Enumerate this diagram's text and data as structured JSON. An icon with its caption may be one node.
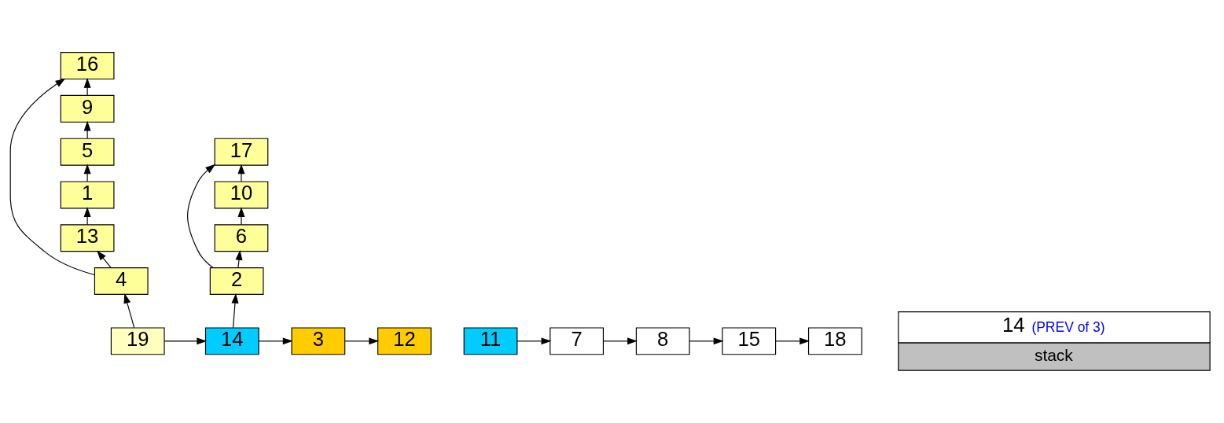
{
  "diagram": {
    "nodes": [
      {
        "text": [
          "16"
        ]
      },
      {
        "text": [
          "9"
        ]
      },
      {
        "text": [
          "5"
        ]
      },
      {
        "text": [
          "1"
        ]
      },
      {
        "text": [
          "13"
        ]
      },
      {
        "text": [
          "4"
        ]
      },
      {
        "text": [
          "17"
        ]
      },
      {
        "text": [
          "10"
        ]
      },
      {
        "text": [
          "6"
        ]
      },
      {
        "text": [
          "2"
        ]
      },
      {
        "text": [
          "19"
        ]
      },
      {
        "text": [
          "14"
        ]
      },
      {
        "text": [
          "3"
        ]
      },
      {
        "text": [
          "12"
        ]
      },
      {
        "text": [
          "11"
        ]
      },
      {
        "text": [
          "7"
        ]
      },
      {
        "text": [
          "8"
        ]
      },
      {
        "text": [
          "15"
        ]
      },
      {
        "text": [
          "18"
        ]
      },
      {
        "text": [
          "14",
          "(PREV of 3)",
          "stack"
        ]
      }
    ],
    "edges": [
      {
        "from": 10,
        "to": 5,
        "arrow": "to"
      },
      {
        "from": 5,
        "to": 4,
        "arrow": "to"
      },
      {
        "from": 4,
        "to": 3,
        "arrow": "to"
      },
      {
        "from": 3,
        "to": 2,
        "arrow": "to"
      },
      {
        "from": 2,
        "to": 1,
        "arrow": "to"
      },
      {
        "from": 1,
        "to": 0,
        "arrow": "to"
      },
      {
        "from": 5,
        "to": 0,
        "arrow": "to"
      },
      {
        "from": 11,
        "to": 9,
        "arrow": "to"
      },
      {
        "from": 9,
        "to": 8,
        "arrow": "to"
      },
      {
        "from": 8,
        "to": 7,
        "arrow": "to"
      },
      {
        "from": 7,
        "to": 6,
        "arrow": "to"
      },
      {
        "from": 9,
        "to": 6,
        "arrow": "to"
      },
      {
        "from": 10,
        "to": 11,
        "arrow": "to"
      },
      {
        "from": 11,
        "to": 12,
        "arrow": "to"
      },
      {
        "from": 12,
        "to": 13,
        "arrow": "to"
      },
      {
        "from": 14,
        "to": 15,
        "arrow": "to"
      },
      {
        "from": 15,
        "to": 16,
        "arrow": "to"
      },
      {
        "from": 16,
        "to": 17,
        "arrow": "to"
      },
      {
        "from": 17,
        "to": 18,
        "arrow": "to"
      }
    ]
  }
}
